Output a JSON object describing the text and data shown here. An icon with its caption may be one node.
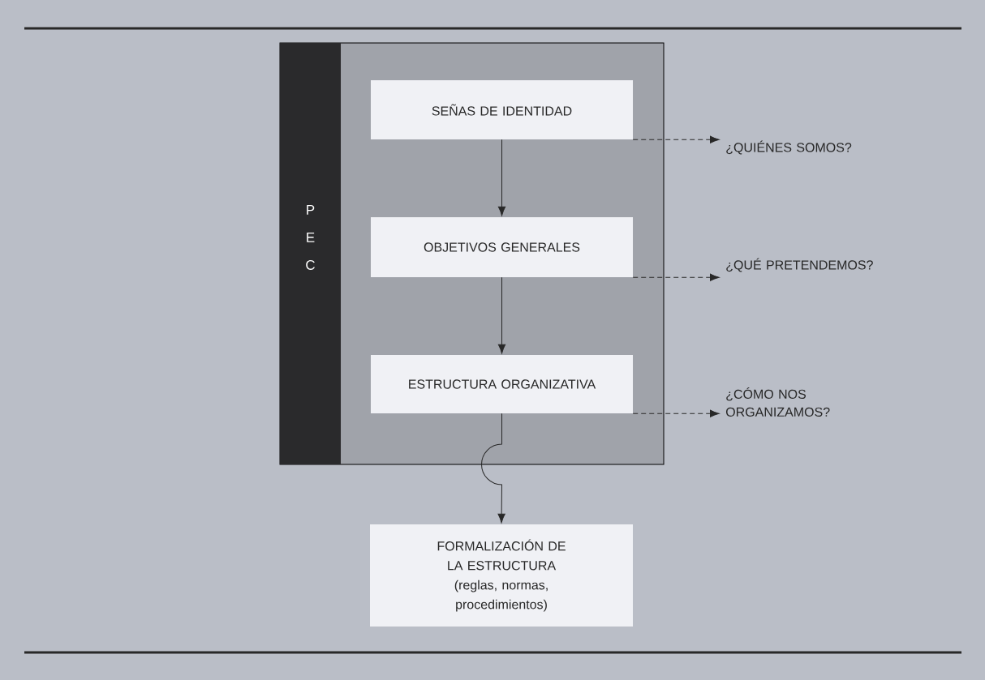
{
  "diagram": {
    "nodes": [
      {
        "text": [
          "P",
          "E",
          "C"
        ]
      },
      {
        "text": [
          "SEÑAS DE IDENTIDAD"
        ],
        "in": 0
      },
      {
        "text": [
          "OBJETIVOS GENERALES"
        ],
        "in": 0
      },
      {
        "text": [
          "ESTRUCTURA ORGANIZATIVA"
        ],
        "in": 0
      },
      {
        "text": [
          "FORMALIZACIÓN DE LA ESTRUCTURA",
          "(reglas, normas, procedimientos)"
        ]
      },
      {
        "text": [
          "¿QUIÉNES SOMOS?"
        ]
      },
      {
        "text": [
          "¿QUÉ PRETENDEMOS?"
        ]
      },
      {
        "text": [
          "¿CÓMO NOS ORGANIZAMOS?"
        ]
      }
    ],
    "edges": [
      {
        "from": 1,
        "to": 2,
        "arrow": "to"
      },
      {
        "from": 2,
        "to": 3,
        "arrow": "to"
      },
      {
        "from": 3,
        "to": 4,
        "arrow": "to"
      },
      {
        "from": 1,
        "to": 5,
        "arrow": "to",
        "style": "dashed"
      },
      {
        "from": 2,
        "to": 6,
        "arrow": "to",
        "style": "dashed"
      },
      {
        "from": 3,
        "to": 7,
        "arrow": "to",
        "style": "dashed"
      }
    ]
  }
}
